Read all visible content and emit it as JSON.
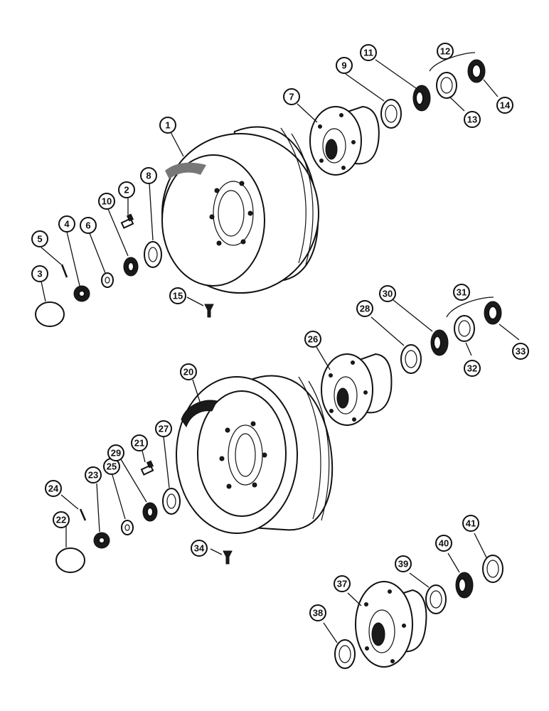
{
  "callouts": [
    "1",
    "2",
    "3",
    "4",
    "5",
    "6",
    "7",
    "8",
    "9",
    "10",
    "11",
    "12",
    "13",
    "14",
    "15",
    "20",
    "21",
    "22",
    "23",
    "24",
    "25",
    "26",
    "27",
    "28",
    "29",
    "30",
    "31",
    "32",
    "33",
    "34",
    "37",
    "38",
    "39",
    "40",
    "41"
  ]
}
